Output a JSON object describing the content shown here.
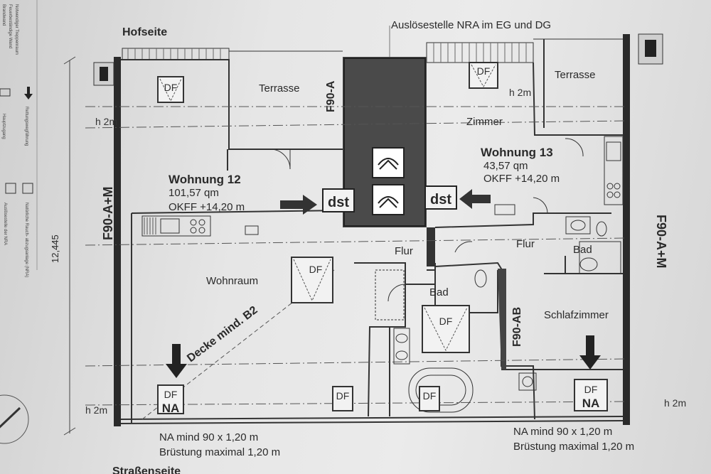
{
  "header": {
    "courtyard_side": "Hofseite",
    "trigger_point": "Auslösestelle NRA  im EG und DG",
    "street_side": "Straßenseite"
  },
  "walls": {
    "left": "F90-A+M",
    "right": "F90-A+M",
    "center": "F90-A",
    "bath13": "F90-AB"
  },
  "dimension": "12,445",
  "heights": {
    "h_label": "h 2m"
  },
  "apartment12": {
    "name": "Wohnung 12",
    "area": "101,57 qm",
    "okff": "OKFF +14,20 m",
    "rooms": {
      "terrace": "Terrasse",
      "living": "Wohnraum",
      "hall": "Flur",
      "bath": "Bad"
    },
    "ceiling_note": "Decke mind. B2"
  },
  "apartment13": {
    "name": "Wohnung 13",
    "area": "43,57 qm",
    "okff": "OKFF +14,20 m",
    "rooms": {
      "terrace": "Terrasse",
      "room": "Zimmer",
      "hall": "Flur",
      "bath": "Bad",
      "bedroom": "Schlafzimmer"
    }
  },
  "symbols": {
    "skylight": "DF",
    "emergency_exit": "NA",
    "vent": "dst"
  },
  "notes": {
    "na_min": "NA mind 90 x 1,20 m",
    "parapet": "Brüstung maximal 1,20 m"
  },
  "legend": {
    "items": [
      "Brandwand",
      "Feuerbeständige Wand",
      "Notwendiger Treppenraum",
      "Hauptzugang",
      "Rettungswegführung",
      "Natürliche Rauch- abzugsanlage (NRA)",
      "Auslösestelle der NRA"
    ]
  }
}
